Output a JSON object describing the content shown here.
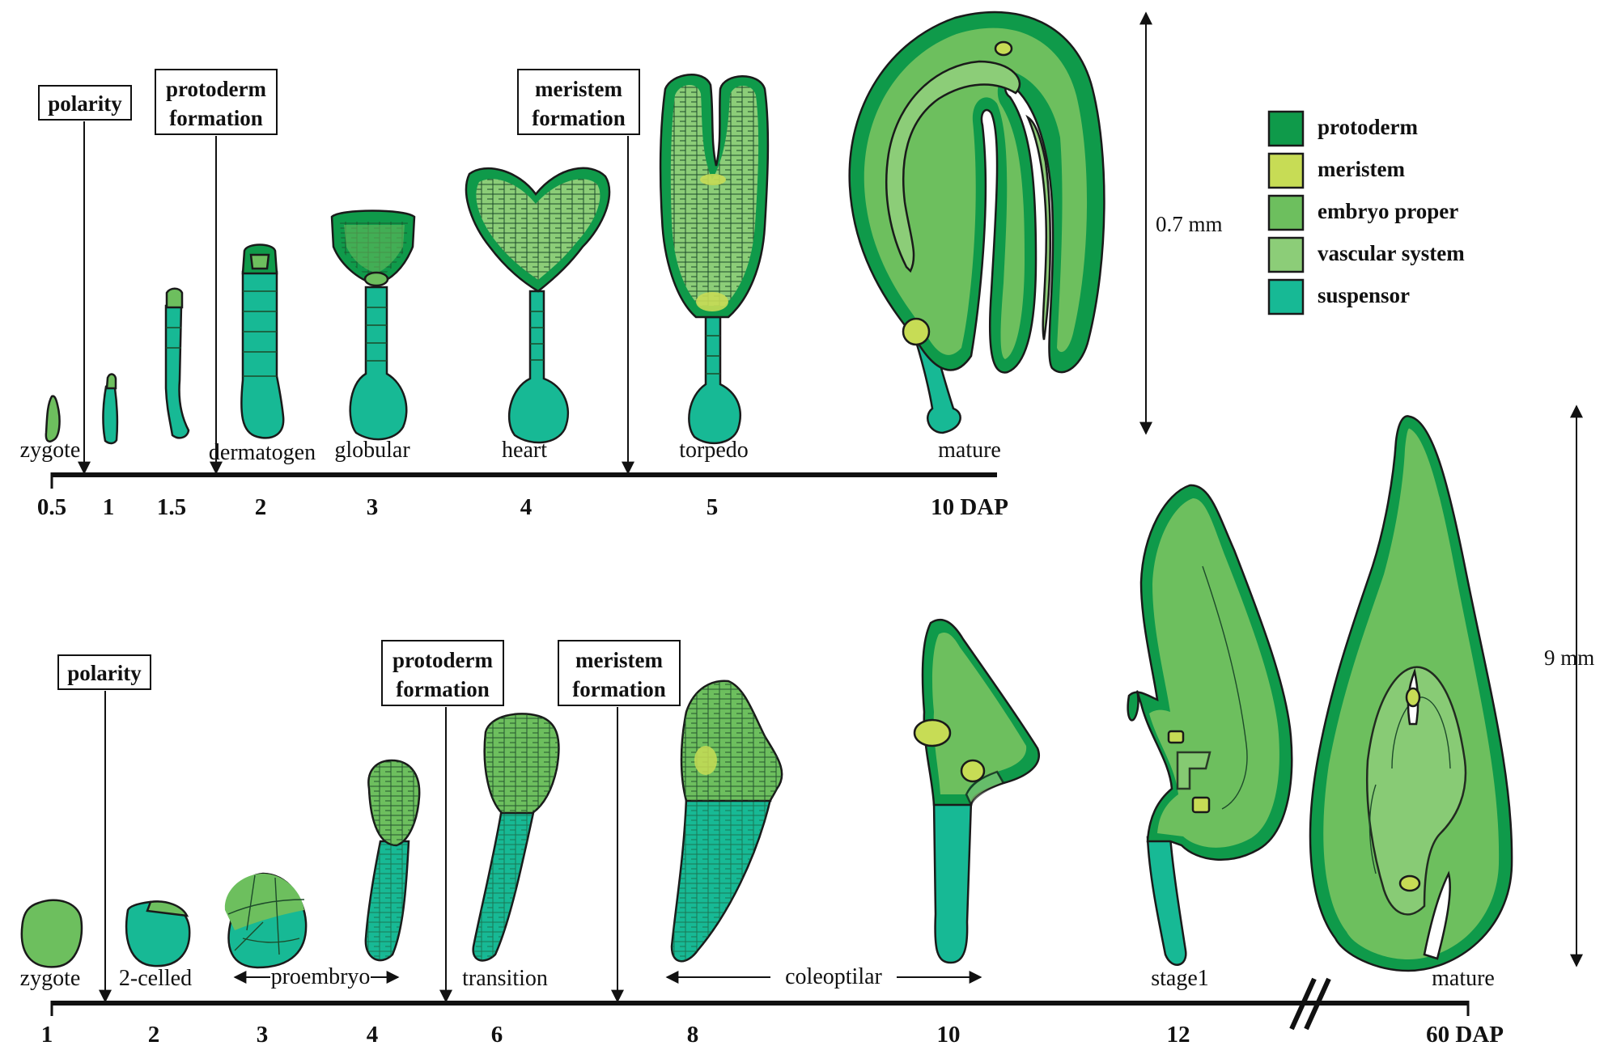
{
  "colors": {
    "protoderm": "#0f9a4a",
    "meristem": "#c7dc55",
    "embryo_proper": "#6dbf5e",
    "vascular_system": "#8ccd78",
    "suspensor": "#17b995"
  },
  "legend": [
    {
      "key": "protoderm",
      "label": "protoderm"
    },
    {
      "key": "meristem",
      "label": "meristem"
    },
    {
      "key": "embryo_proper",
      "label": "embryo proper"
    },
    {
      "key": "vascular_system",
      "label": "vascular system"
    },
    {
      "key": "suspensor",
      "label": "suspensor"
    }
  ],
  "top": {
    "events": [
      {
        "lines": [
          "polarity"
        ]
      },
      {
        "lines": [
          "protoderm",
          "formation"
        ]
      },
      {
        "lines": [
          "meristem",
          "formation"
        ]
      }
    ],
    "stages": [
      "zygote",
      "dermatogen",
      "globular",
      "heart",
      "torpedo",
      "mature"
    ],
    "ticks": [
      "0.5",
      "1",
      "1.5",
      "2",
      "3",
      "4",
      "5",
      "10 DAP"
    ],
    "scale": "0.7 mm"
  },
  "bottom": {
    "events": [
      {
        "lines": [
          "polarity"
        ]
      },
      {
        "lines": [
          "protoderm",
          "formation"
        ]
      },
      {
        "lines": [
          "meristem",
          "formation"
        ]
      }
    ],
    "stages": [
      "zygote",
      "2-celled",
      "proembryo",
      "transition",
      "coleoptilar",
      "stage1",
      "mature"
    ],
    "ticks": [
      "1",
      "2",
      "3",
      "4",
      "6",
      "8",
      "10",
      "12",
      "60 DAP"
    ],
    "scale": "9 mm"
  }
}
